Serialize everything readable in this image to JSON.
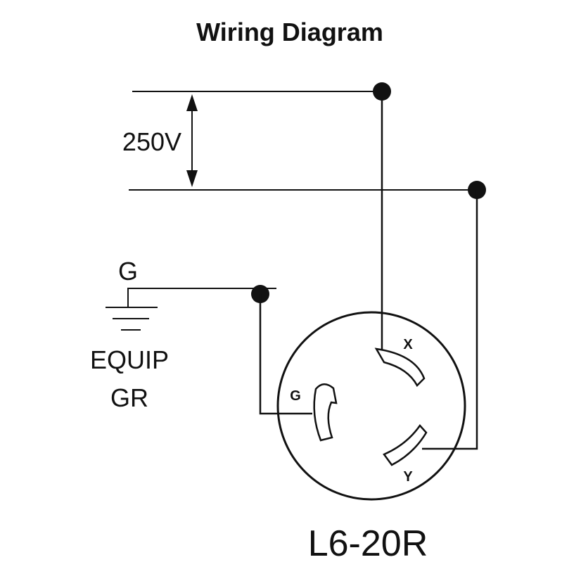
{
  "title": "Wiring Diagram",
  "voltage_label": "250V",
  "ground": {
    "symbol_label": "G",
    "equipment_label_line1": "EQUIP",
    "equipment_label_line2": "GR"
  },
  "terminals": {
    "x": "X",
    "y": "Y",
    "g": "G"
  },
  "model": "L6-20R"
}
